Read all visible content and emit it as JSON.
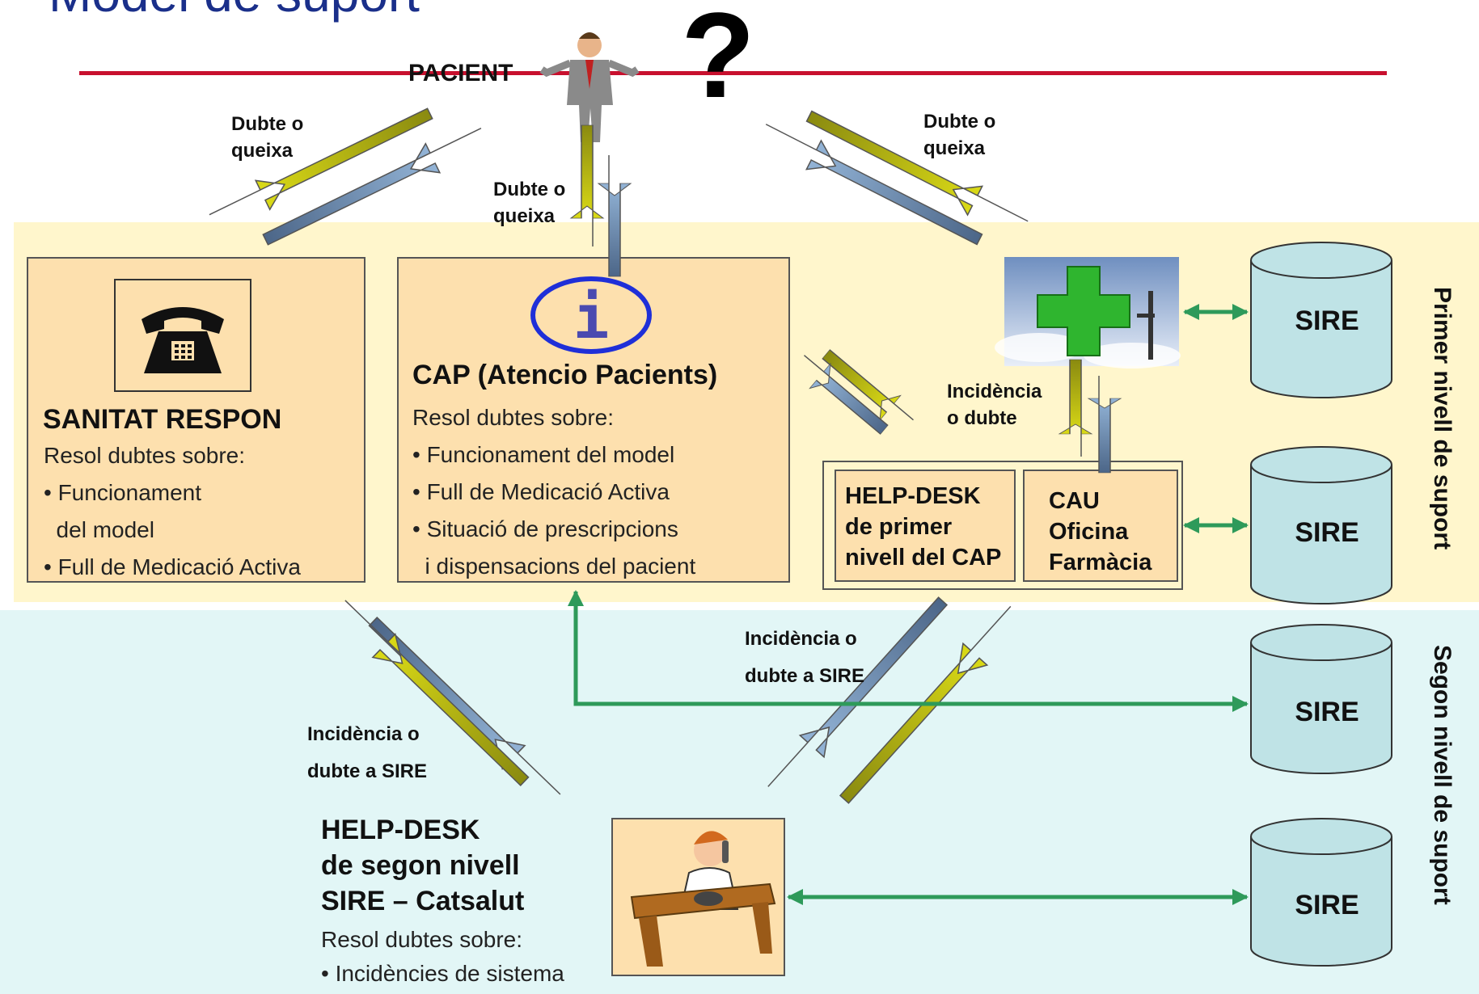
{
  "title": "Model de suport",
  "pacient": {
    "label": "PACIENT",
    "question": "?"
  },
  "arrows": {
    "left_top": "Dubte o\nqueixa",
    "center_top": "Dubte o\nqueixa",
    "right_top": "Dubte o\nqueixa",
    "pharmacy": "Incidència\no dubte",
    "middle": "Incidència o\ndubte a SIRE",
    "left_bottom": "Incidència o\ndubte a SIRE"
  },
  "sanitat": {
    "title": "SANITAT RESPON",
    "intro": "Resol dubtes sobre:",
    "items": [
      "• Funcionament",
      "  del model",
      "• Full de Medicació Activa"
    ]
  },
  "cap": {
    "title": "CAP (Atencio Pacients)",
    "intro": "Resol dubtes sobre:",
    "items": [
      "• Funcionament del model",
      "• Full de Medicació Activa",
      "• Situació de prescripcions",
      "  i dispensacions del pacient"
    ]
  },
  "helpdesk1": {
    "lines": [
      "HELP-DESK",
      "de primer",
      "nivell del CAP"
    ]
  },
  "cau": {
    "lines": [
      "CAU",
      "Oficina",
      "Farmàcia"
    ]
  },
  "helpdesk2": {
    "lines": [
      "HELP-DESK",
      "de segon nivell",
      "SIRE – Catsalut"
    ],
    "intro": "Resol dubtes sobre:",
    "items": [
      "• Incidències de sistema"
    ]
  },
  "sire": [
    "SIRE",
    "SIRE",
    "SIRE",
    "SIRE"
  ],
  "levels": {
    "first": "Primer nivell de suport",
    "second": "Segon nivell de suport"
  },
  "icons": [
    "person-icon",
    "phone-icon",
    "info-icon",
    "pharmacy-cross-icon",
    "operator-icon",
    "database-icon"
  ],
  "colors": {
    "title": "#1a2f8a",
    "rule": "#c8102e",
    "box": "#fde0ae",
    "first_level_band": "#fff6cc",
    "second_level_band": "#e2f6f6",
    "link": "#2e9a5a",
    "sire": "#bfe3e6"
  }
}
